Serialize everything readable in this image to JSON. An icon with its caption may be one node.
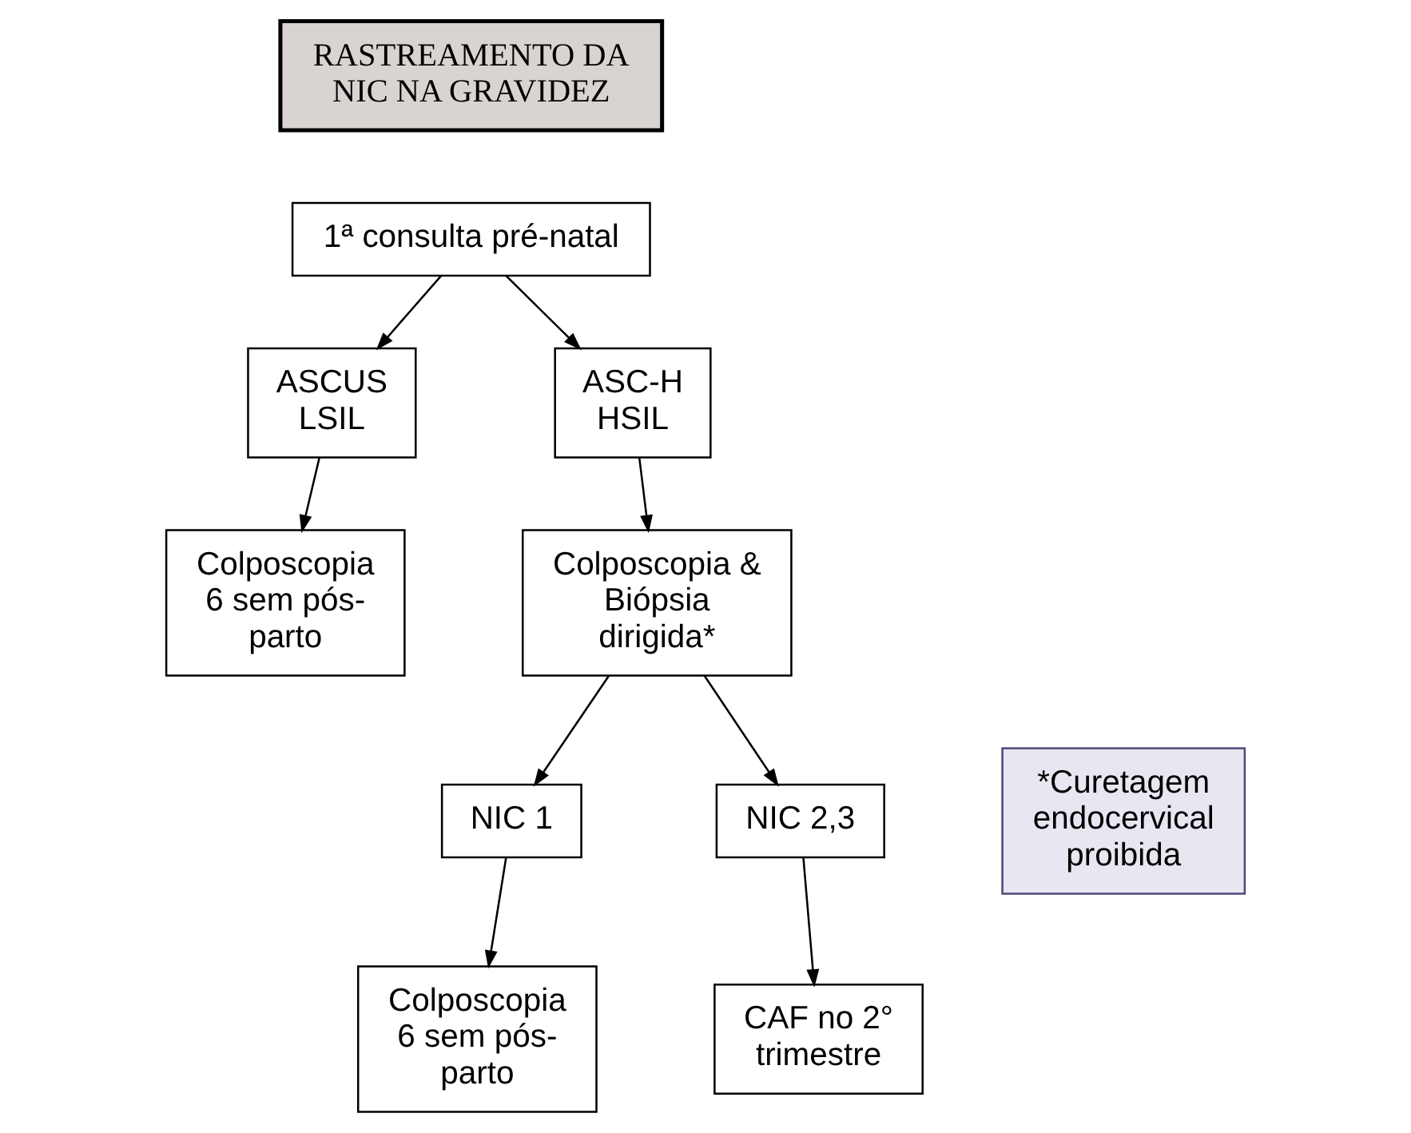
{
  "diagram": {
    "nodes": [
      {
        "text": [
          "RASTREAMENTO DA NIC NA GRAVIDEZ"
        ]
      },
      {
        "text": [
          "1ª consulta pré-natal"
        ]
      },
      {
        "text": [
          "ASCUS LSIL"
        ]
      },
      {
        "text": [
          "ASC-H HSIL"
        ]
      },
      {
        "text": [
          "Colposcopia 6 sem pós-parto"
        ]
      },
      {
        "text": [
          "Colposcopia & Biópsia dirigida*"
        ]
      },
      {
        "text": [
          "NIC 1"
        ]
      },
      {
        "text": [
          "NIC 2,3"
        ]
      },
      {
        "text": [
          "Colposcopia 6 sem pós-parto"
        ]
      },
      {
        "text": [
          "CAF no 2° trimestre"
        ]
      },
      {
        "text": [
          "*Curetagem endocervical proibida"
        ]
      }
    ],
    "edges": [
      {
        "from": 1,
        "to": 2,
        "arrow": "to"
      },
      {
        "from": 1,
        "to": 3,
        "arrow": "to"
      },
      {
        "from": 2,
        "to": 4,
        "arrow": "to"
      },
      {
        "from": 3,
        "to": 5,
        "arrow": "to"
      },
      {
        "from": 5,
        "to": 6,
        "arrow": "to"
      },
      {
        "from": 5,
        "to": 7,
        "arrow": "to"
      },
      {
        "from": 6,
        "to": 8,
        "arrow": "to"
      },
      {
        "from": 7,
        "to": 9,
        "arrow": "to"
      }
    ]
  }
}
